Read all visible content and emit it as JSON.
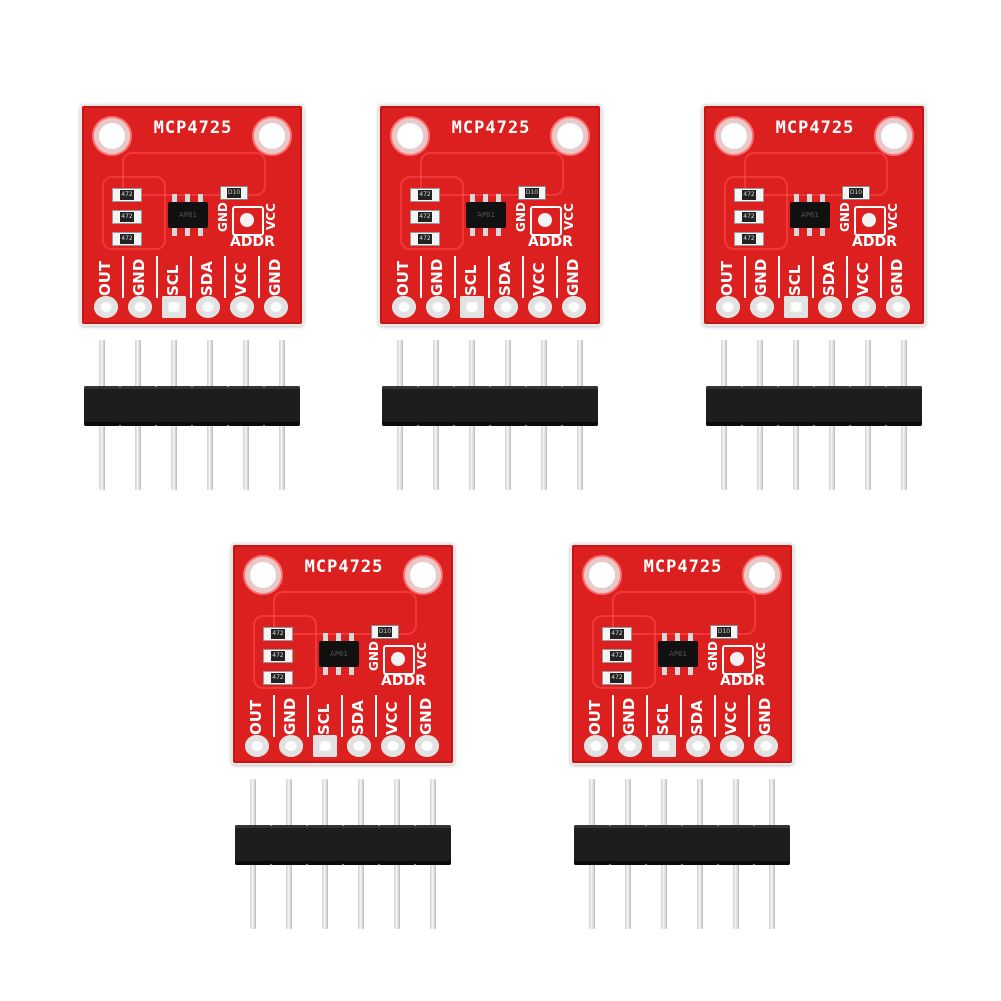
{
  "boards": [
    {
      "title": "MCP4725",
      "addr": "ADDR",
      "gnd_small": "GND",
      "vcc_small": "VCC",
      "pins": [
        "OUT",
        "GND",
        "SCL",
        "SDA",
        "VCC",
        "GND"
      ],
      "resistors": [
        "472",
        "472",
        "472"
      ],
      "chip": "AP61",
      "led": "D10"
    },
    {
      "title": "MCP4725",
      "addr": "ADDR",
      "gnd_small": "GND",
      "vcc_small": "VCC",
      "pins": [
        "OUT",
        "GND",
        "SCL",
        "SDA",
        "VCC",
        "GND"
      ],
      "resistors": [
        "472",
        "472",
        "472"
      ],
      "chip": "AP61",
      "led": "D10"
    },
    {
      "title": "MCP4725",
      "addr": "ADDR",
      "gnd_small": "GND",
      "vcc_small": "VCC",
      "pins": [
        "OUT",
        "GND",
        "SCL",
        "SDA",
        "VCC",
        "GND"
      ],
      "resistors": [
        "472",
        "472",
        "472"
      ],
      "chip": "AP61",
      "led": "D10"
    },
    {
      "title": "MCP4725",
      "addr": "ADDR",
      "gnd_small": "GND",
      "vcc_small": "VCC",
      "pins": [
        "OUT",
        "GND",
        "SCL",
        "SDA",
        "VCC",
        "GND"
      ],
      "resistors": [
        "472",
        "472",
        "472"
      ],
      "chip": "AP61",
      "led": "D10"
    },
    {
      "title": "MCP4725",
      "addr": "ADDR",
      "gnd_small": "GND",
      "vcc_small": "VCC",
      "pins": [
        "OUT",
        "GND",
        "SCL",
        "SDA",
        "VCC",
        "GND"
      ],
      "resistors": [
        "472",
        "472",
        "472"
      ],
      "chip": "AP61",
      "led": "D10"
    }
  ],
  "colors": {
    "pcb": "#dc2020",
    "silkscreen": "#ffffff",
    "header_plastic": "#1d1d1d",
    "pin_metal": "#d8d8d8",
    "background": "#ffffff"
  }
}
